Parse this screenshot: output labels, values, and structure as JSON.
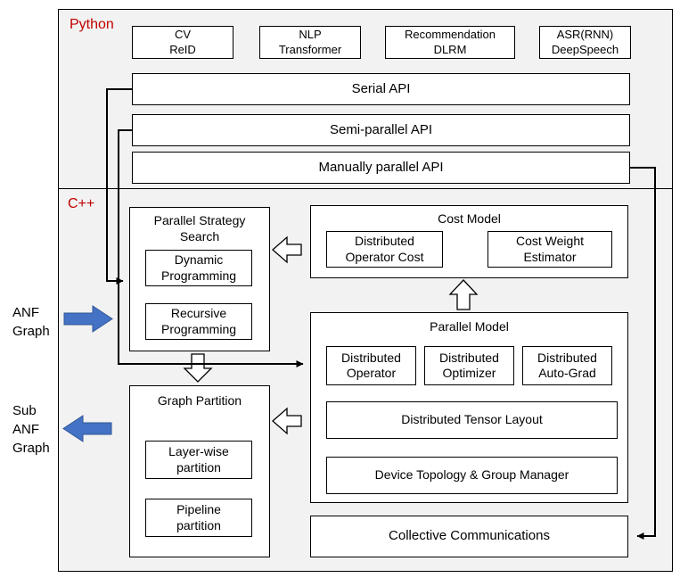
{
  "colors": {
    "accent_red": "#C00000",
    "arrow_blue": "#4472C4",
    "section_bg": "#F2F2F2"
  },
  "python": {
    "label": "Python",
    "apps": [
      "CV\nReID",
      "NLP\nTransformer",
      "Recommendation\nDLRM",
      "ASR(RNN)\nDeepSpeech"
    ],
    "apis": [
      "Serial API",
      "Semi-parallel API",
      "Manually parallel API"
    ]
  },
  "cpp": {
    "label": "C++",
    "strategy_search": {
      "title": "Parallel Strategy\nSearch",
      "items": [
        "Dynamic\nProgramming",
        "Recursive\nProgramming"
      ]
    },
    "cost_model": {
      "title": "Cost Model",
      "items": [
        "Distributed\nOperator Cost",
        "Cost Weight\nEstimator"
      ]
    },
    "parallel_model": {
      "title": "Parallel Model",
      "row_items": [
        "Distributed\nOperator",
        "Distributed\nOptimizer",
        "Distributed\nAuto-Grad"
      ],
      "wide_items": [
        "Distributed Tensor Layout",
        "Device Topology & Group Manager"
      ]
    },
    "graph_partition": {
      "title": "Graph Partition",
      "items": [
        "Layer-wise\npartition",
        "Pipeline\npartition"
      ]
    },
    "collective": "Collective Communications"
  },
  "side": {
    "input_label": "ANF\nGraph",
    "output_label": "Sub\nANF\nGraph"
  }
}
